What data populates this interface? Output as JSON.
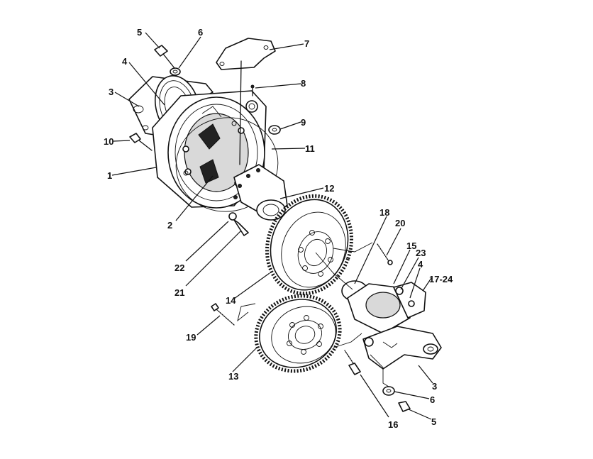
{
  "callouts": [
    {
      "id": "c5a",
      "label": "5"
    },
    {
      "id": "c6a",
      "label": "6"
    },
    {
      "id": "c7",
      "label": "7"
    },
    {
      "id": "c4a",
      "label": "4"
    },
    {
      "id": "c3a",
      "label": "3"
    },
    {
      "id": "c8",
      "label": "8"
    },
    {
      "id": "c9",
      "label": "9"
    },
    {
      "id": "c10",
      "label": "10"
    },
    {
      "id": "c11",
      "label": "11"
    },
    {
      "id": "c1",
      "label": "1"
    },
    {
      "id": "c12",
      "label": "12"
    },
    {
      "id": "c2",
      "label": "2"
    },
    {
      "id": "c18",
      "label": "18"
    },
    {
      "id": "c20",
      "label": "20"
    },
    {
      "id": "c15",
      "label": "15"
    },
    {
      "id": "c23",
      "label": "23"
    },
    {
      "id": "c4b",
      "label": "4"
    },
    {
      "id": "c17",
      "label": "17-24"
    },
    {
      "id": "c22",
      "label": "22"
    },
    {
      "id": "c21",
      "label": "21"
    },
    {
      "id": "c14",
      "label": "14"
    },
    {
      "id": "c19",
      "label": "19"
    },
    {
      "id": "c13",
      "label": "13"
    },
    {
      "id": "c3b",
      "label": "3"
    },
    {
      "id": "c6b",
      "label": "6"
    },
    {
      "id": "c16",
      "label": "16"
    },
    {
      "id": "c5b",
      "label": "5"
    }
  ]
}
